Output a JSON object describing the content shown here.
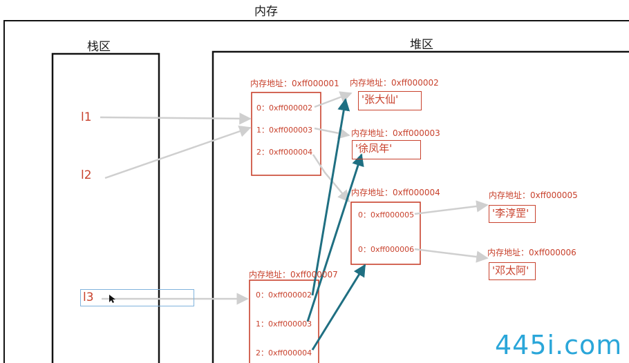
{
  "titles": {
    "memory": "内存",
    "stack": "栈区",
    "heap": "堆区"
  },
  "stack_vars": [
    {
      "name": "l1"
    },
    {
      "name": "l2"
    },
    {
      "name": "l3"
    }
  ],
  "heap_objects": {
    "list1": {
      "address_label": "内存地址：0xff000001",
      "slots": [
        "0：0xff000002",
        "1：0xff000003",
        "2：0xff000004"
      ]
    },
    "str2": {
      "address_label": "内存地址：0xff000002",
      "value": "'张大仙'"
    },
    "str3": {
      "address_label": "内存地址：0xff000003",
      "value": "'徐凤年'"
    },
    "list4": {
      "address_label": "内存地址：0xff000004",
      "slots": [
        "0：0xff000005",
        "0：0xff000006"
      ]
    },
    "str5": {
      "address_label": "内存地址：0xff000005",
      "value": "'李淳罡'"
    },
    "str6": {
      "address_label": "内存地址：0xff000006",
      "value": "'邓太阿'"
    },
    "list7": {
      "address_label": "内存地址：0xff000007",
      "slots": [
        "0：0xff000002",
        "1：0xff000003",
        "2：0xff000004"
      ]
    }
  },
  "watermark": "445i.com",
  "colors": {
    "red": "#c8412c",
    "gray_arrow": "#cfcfcf",
    "teal_arrow": "#1f6f82",
    "watermark": "#2aa6d9"
  }
}
